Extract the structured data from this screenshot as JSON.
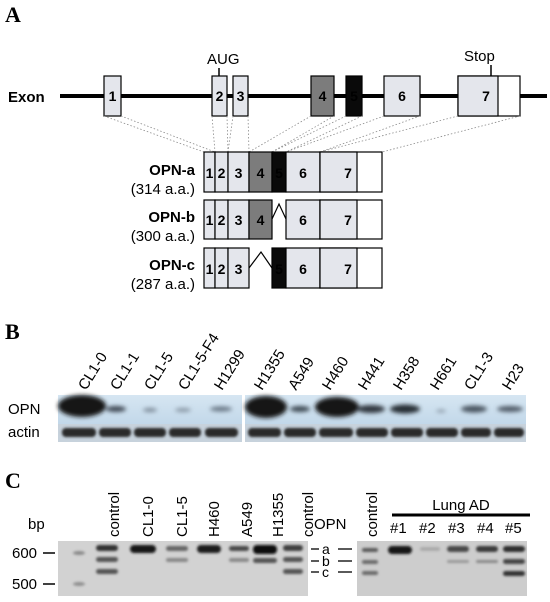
{
  "panel_a": {
    "label": "A",
    "exon_row_label": "Exon",
    "aug_label": "AUG",
    "stop_label": "Stop",
    "exons": [
      "1",
      "2",
      "3",
      "4",
      "5",
      "6",
      "7"
    ],
    "isoforms": [
      {
        "name": "OPN-a",
        "length": "(314 a.a.)",
        "exons": [
          "1",
          "2",
          "3",
          "4",
          "5",
          "6",
          "7"
        ]
      },
      {
        "name": "OPN-b",
        "length": "(300 a.a.)",
        "exons": [
          "1",
          "2",
          "3",
          "4",
          "6",
          "7"
        ]
      },
      {
        "name": "OPN-c",
        "length": "(287 a.a.)",
        "exons": [
          "1",
          "2",
          "3",
          "5",
          "6",
          "7"
        ]
      }
    ]
  },
  "panel_b": {
    "label": "B",
    "lanes": [
      "CL1-0",
      "CL1-1",
      "CL1-5",
      "CL1-5-F4",
      "H1299",
      "H1355",
      "A549",
      "H460",
      "H441",
      "H358",
      "H661",
      "CL1-3",
      "H23"
    ],
    "row_labels": [
      "OPN",
      "actin"
    ]
  },
  "panel_c": {
    "label": "C",
    "bp_label": "bp",
    "markers": [
      "600",
      "500"
    ],
    "lanes_left": [
      "control",
      "CL1-0",
      "CL1-5",
      "H460",
      "A549",
      "H1355",
      "control"
    ],
    "band_labels": [
      "a",
      "b",
      "c"
    ],
    "opn_label": "OPN",
    "group_label": "Lung AD",
    "lanes_right": [
      "control",
      "#1",
      "#2",
      "#3",
      "#4",
      "#5"
    ]
  },
  "colors": {
    "exon4_fill": "#7c7c7c",
    "exon5_fill": "#0a0a0a",
    "exon_light_fill": "#e4e6ec",
    "blot_bg": "#c3d8ea",
    "gel_bg": "#d2d2d2"
  }
}
